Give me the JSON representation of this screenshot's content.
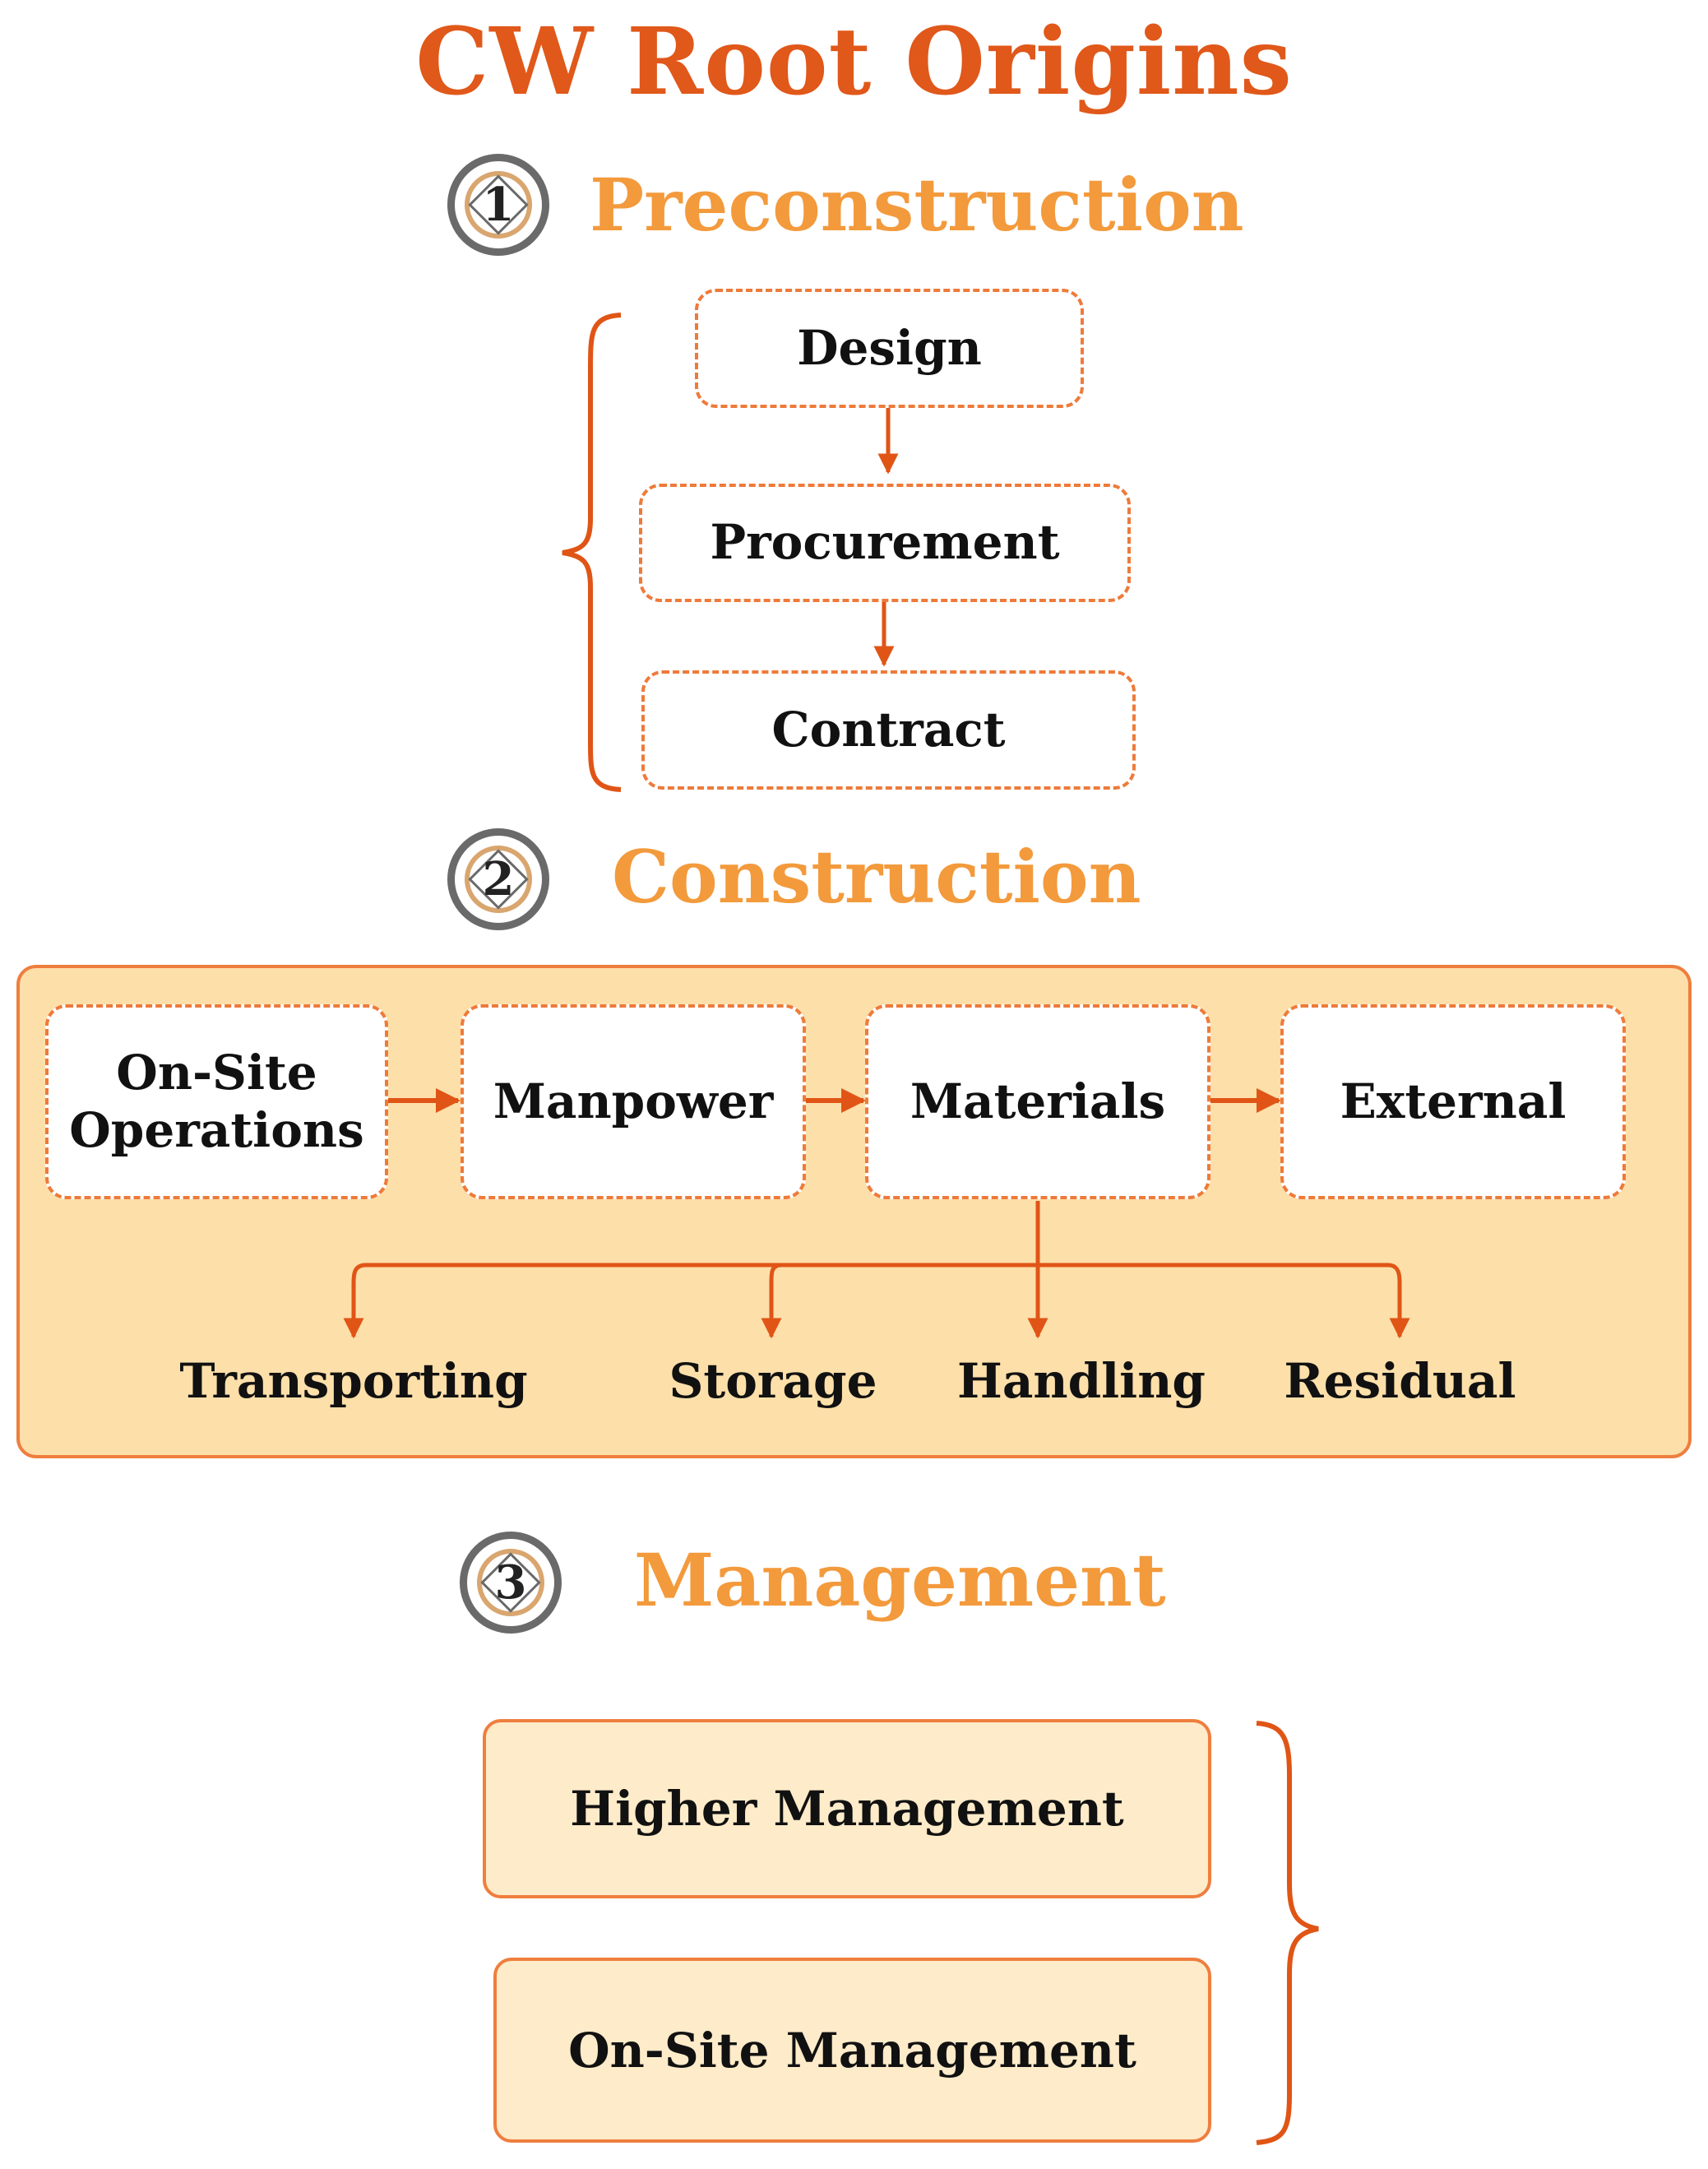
{
  "title": "CW Root Origins",
  "colors": {
    "accent": "#e0581a",
    "section": "#f39a3c",
    "panel_fill": "#fddfaa",
    "box_border": "#ee7a3a"
  },
  "sections": [
    {
      "number": "1",
      "title": "Preconstruction",
      "items": [
        "Design",
        "Procurement",
        "Contract"
      ]
    },
    {
      "number": "2",
      "title": "Construction",
      "items": [
        "On-Site\nOperations",
        "Manpower",
        "Materials",
        "External"
      ],
      "sub_items": [
        "Transporting",
        "Storage",
        "Handling",
        "Residual"
      ]
    },
    {
      "number": "3",
      "title": "Management",
      "items": [
        "Higher Management",
        "On-Site Management"
      ]
    }
  ]
}
